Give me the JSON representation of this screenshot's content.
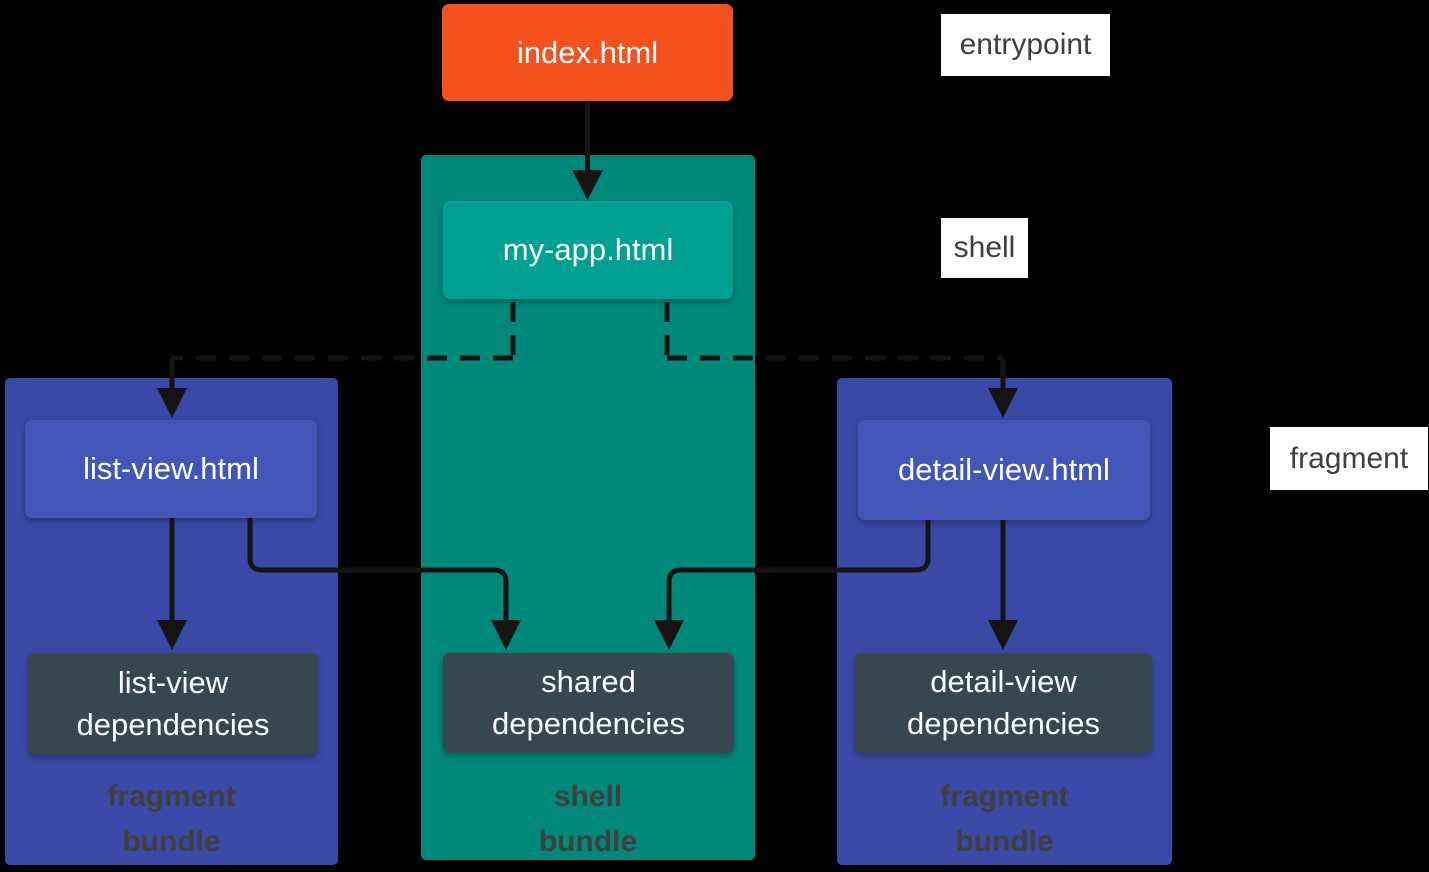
{
  "colors": {
    "background": "#000000",
    "entry_orange": "#f4511e",
    "shell_outer": "#00897b",
    "shell_inner": "#00a092",
    "fragment_outer": "#3a49a5",
    "fragment_inner": "#4355b7",
    "deps_dark": "#37474f",
    "node_text": "#ffffff",
    "bundle_label_text": "#3f3f3f",
    "side_label_bg": "#ffffff",
    "side_label_text": "#3c4043",
    "arrow": "#141414"
  },
  "diagram": {
    "entry_node": "index.html",
    "shell_node": "my-app.html",
    "list_node": "list-view.html",
    "detail_node": "detail-view.html",
    "shared_deps": {
      "line1": "shared",
      "line2": "dependencies"
    },
    "list_deps": {
      "line1": "list-view",
      "line2": "dependencies"
    },
    "detail_deps": {
      "line1": "detail-view",
      "line2": "dependencies"
    },
    "shell_bundle_label": {
      "line1": "shell",
      "line2": "bundle"
    },
    "fragment_bundle_label": {
      "line1": "fragment",
      "line2": "bundle"
    },
    "annotations": {
      "entrypoint": "entrypoint",
      "shell": "shell",
      "fragment": "fragment"
    }
  }
}
